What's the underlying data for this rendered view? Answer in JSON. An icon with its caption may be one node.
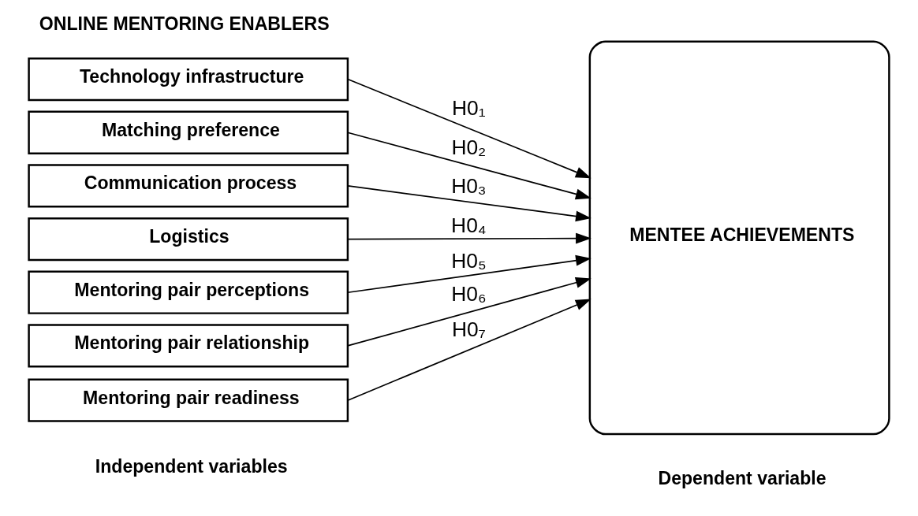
{
  "diagram": {
    "title": "ONLINE MENTORING ENABLERS",
    "nodes": [
      {
        "text": [
          "Technology infrastructure"
        ]
      },
      {
        "text": [
          "Matching preference"
        ]
      },
      {
        "text": [
          "Communication process"
        ]
      },
      {
        "text": [
          "Logistics"
        ]
      },
      {
        "text": [
          "Mentoring pair perceptions"
        ]
      },
      {
        "text": [
          "Mentoring pair relationship"
        ]
      },
      {
        "text": [
          "Mentoring pair readiness"
        ]
      },
      {
        "text": [
          "MENTEE ACHIEVEMENTS"
        ]
      }
    ],
    "edges": [
      {
        "from": 0,
        "to": 7,
        "arrow": "to",
        "label": "H0₁"
      },
      {
        "from": 1,
        "to": 7,
        "arrow": "to",
        "label": "H0₂"
      },
      {
        "from": 2,
        "to": 7,
        "arrow": "to",
        "label": "H0₃"
      },
      {
        "from": 3,
        "to": 7,
        "arrow": "to",
        "label": "H0₄"
      },
      {
        "from": 4,
        "to": 7,
        "arrow": "to",
        "label": "H0₅"
      },
      {
        "from": 5,
        "to": 7,
        "arrow": "to",
        "label": "H0₆"
      },
      {
        "from": 6,
        "to": 7,
        "arrow": "to",
        "label": "H0₇"
      }
    ],
    "labels": [
      "Independent variables",
      "Dependent variable"
    ]
  }
}
